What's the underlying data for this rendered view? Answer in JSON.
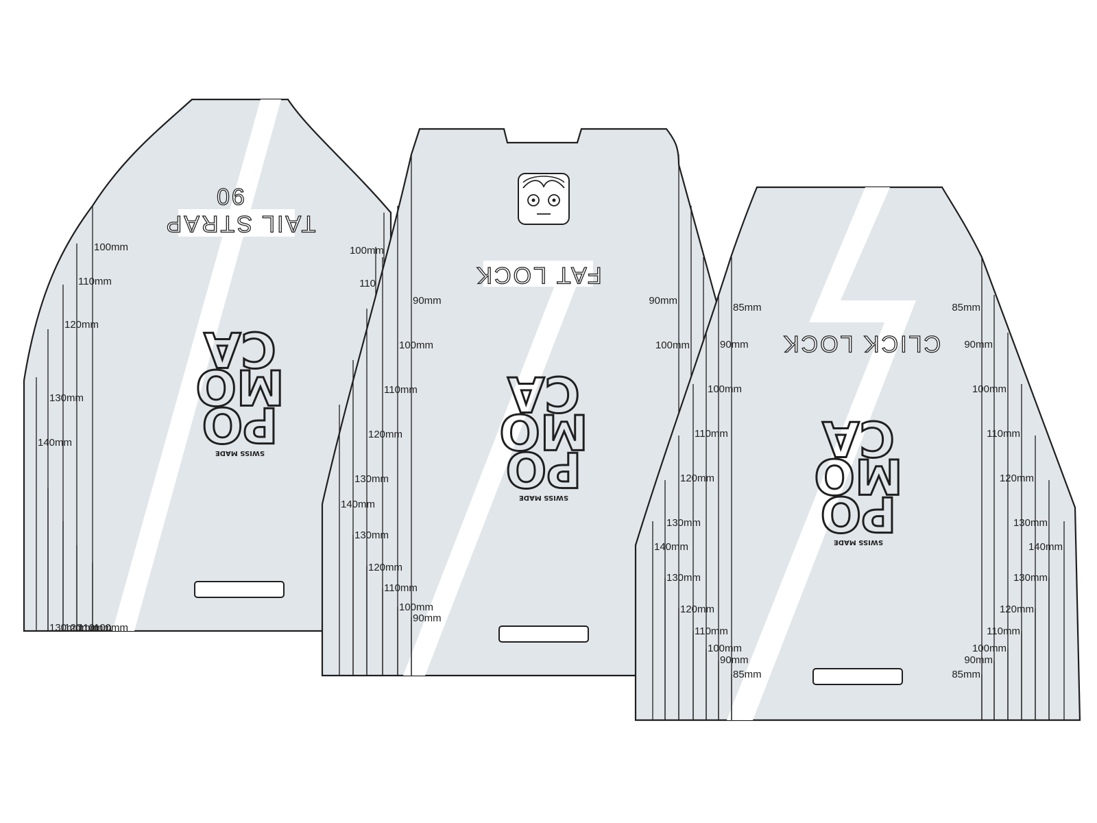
{
  "templates": [
    {
      "id": "tail-strap",
      "title": "TAIL STRAP",
      "subtitle": "90",
      "logo": [
        "PO",
        "MO",
        "CA"
      ],
      "swiss_made": "SWISS MADE",
      "left_labels": [
        "100mm",
        "110mm",
        "120mm",
        "130mm",
        "140mm",
        "130mm",
        "120mm",
        "110mm",
        "100mm"
      ],
      "right_labels": [
        "100mm",
        "110"
      ]
    },
    {
      "id": "fat-lock",
      "title": "FAT LOCK",
      "logo": [
        "PO",
        "MO",
        "CA"
      ],
      "swiss_made": "SWISS MADE",
      "left_labels": [
        "90mm",
        "100mm",
        "110mm",
        "120mm",
        "130mm",
        "140mm",
        "130mm",
        "120mm",
        "110mm",
        "100mm",
        "90mm"
      ],
      "right_labels": [
        "90mm",
        "100mm",
        "110"
      ]
    },
    {
      "id": "click-lock",
      "title": "CLICK LOCK",
      "logo": [
        "PO",
        "MO",
        "CA"
      ],
      "swiss_made": "SWISS MADE",
      "left_labels": [
        "85mm",
        "90mm",
        "100mm",
        "110mm",
        "120mm",
        "130mm",
        "140mm",
        "130mm",
        "120mm",
        "110mm",
        "100mm",
        "90mm",
        "85mm"
      ],
      "right_labels": [
        "85mm",
        "90mm",
        "100mm",
        "110mm",
        "120mm",
        "130mm",
        "140mm",
        "130mm",
        "120mm",
        "110mm",
        "100mm",
        "90mm",
        "85mm"
      ]
    }
  ]
}
